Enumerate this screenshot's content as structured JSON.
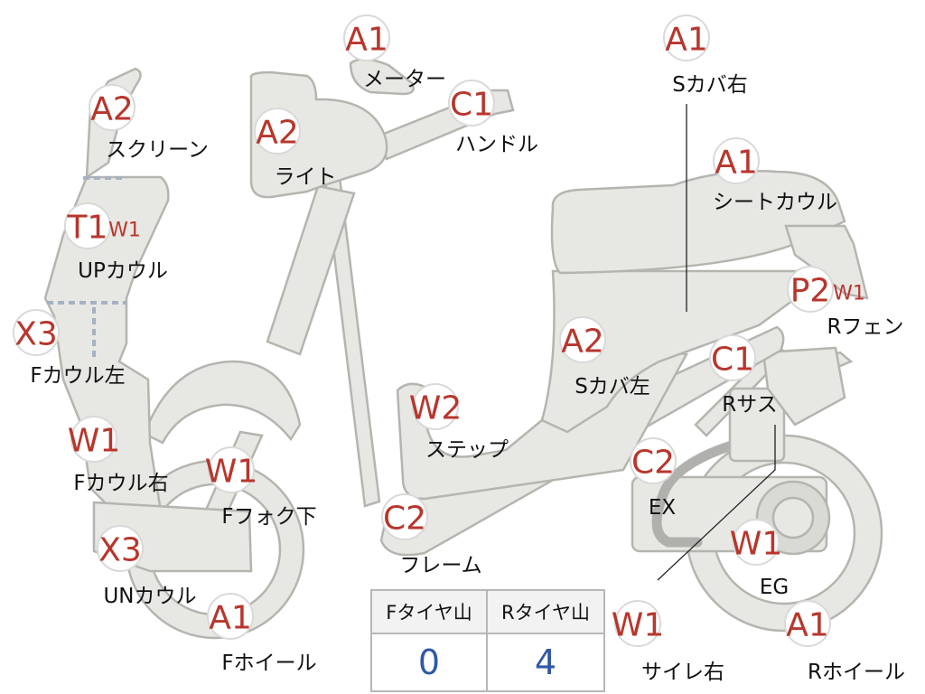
{
  "parts": [
    {
      "id": "meter",
      "code": "A1",
      "name": "メーター"
    },
    {
      "id": "handle",
      "code": "C1",
      "name": "ハンドル"
    },
    {
      "id": "screen",
      "code": "A2",
      "name": "スクリーン"
    },
    {
      "id": "light",
      "code": "A2",
      "name": "ライト"
    },
    {
      "id": "up-cowl",
      "code": "T1",
      "sub": "W1",
      "name": "UPカウル"
    },
    {
      "id": "f-cowl-left",
      "code": "X3",
      "name": "Fカウル左"
    },
    {
      "id": "f-cowl-right",
      "code": "W1",
      "name": "Fカウル右"
    },
    {
      "id": "f-fork-lower",
      "code": "W1",
      "name": "Fフォク下"
    },
    {
      "id": "un-cowl",
      "code": "X3",
      "name": "UNカウル"
    },
    {
      "id": "f-wheel",
      "code": "A1",
      "name": "Fホイール"
    },
    {
      "id": "step",
      "code": "W2",
      "name": "ステップ"
    },
    {
      "id": "frame",
      "code": "C2",
      "name": "フレーム"
    },
    {
      "id": "s-cover-right",
      "code": "A1",
      "name": "Sカバ右"
    },
    {
      "id": "seat-cowl",
      "code": "A1",
      "name": "シートカウル"
    },
    {
      "id": "r-fender",
      "code": "P2",
      "sub": "W1",
      "name": "Rフェン"
    },
    {
      "id": "s-cover-left",
      "code": "A2",
      "name": "Sカバ左"
    },
    {
      "id": "r-sus",
      "code": "C1",
      "name": "Rサス"
    },
    {
      "id": "ex",
      "code": "C2",
      "name": "EX"
    },
    {
      "id": "eg",
      "code": "W1",
      "name": "EG"
    },
    {
      "id": "muffler-right",
      "code": "W1",
      "name": "サイレ右"
    },
    {
      "id": "r-wheel",
      "code": "A1",
      "name": "Rホイール"
    }
  ],
  "tires": {
    "front_label": "Fタイヤ山",
    "rear_label": "Rタイヤ山",
    "front_value": "0",
    "rear_value": "4"
  },
  "colors": {
    "code_red": "#b8362c",
    "value_blue": "#2f58a8",
    "part_fill": "#e7e7e3",
    "part_stroke": "#b5b5b0"
  }
}
